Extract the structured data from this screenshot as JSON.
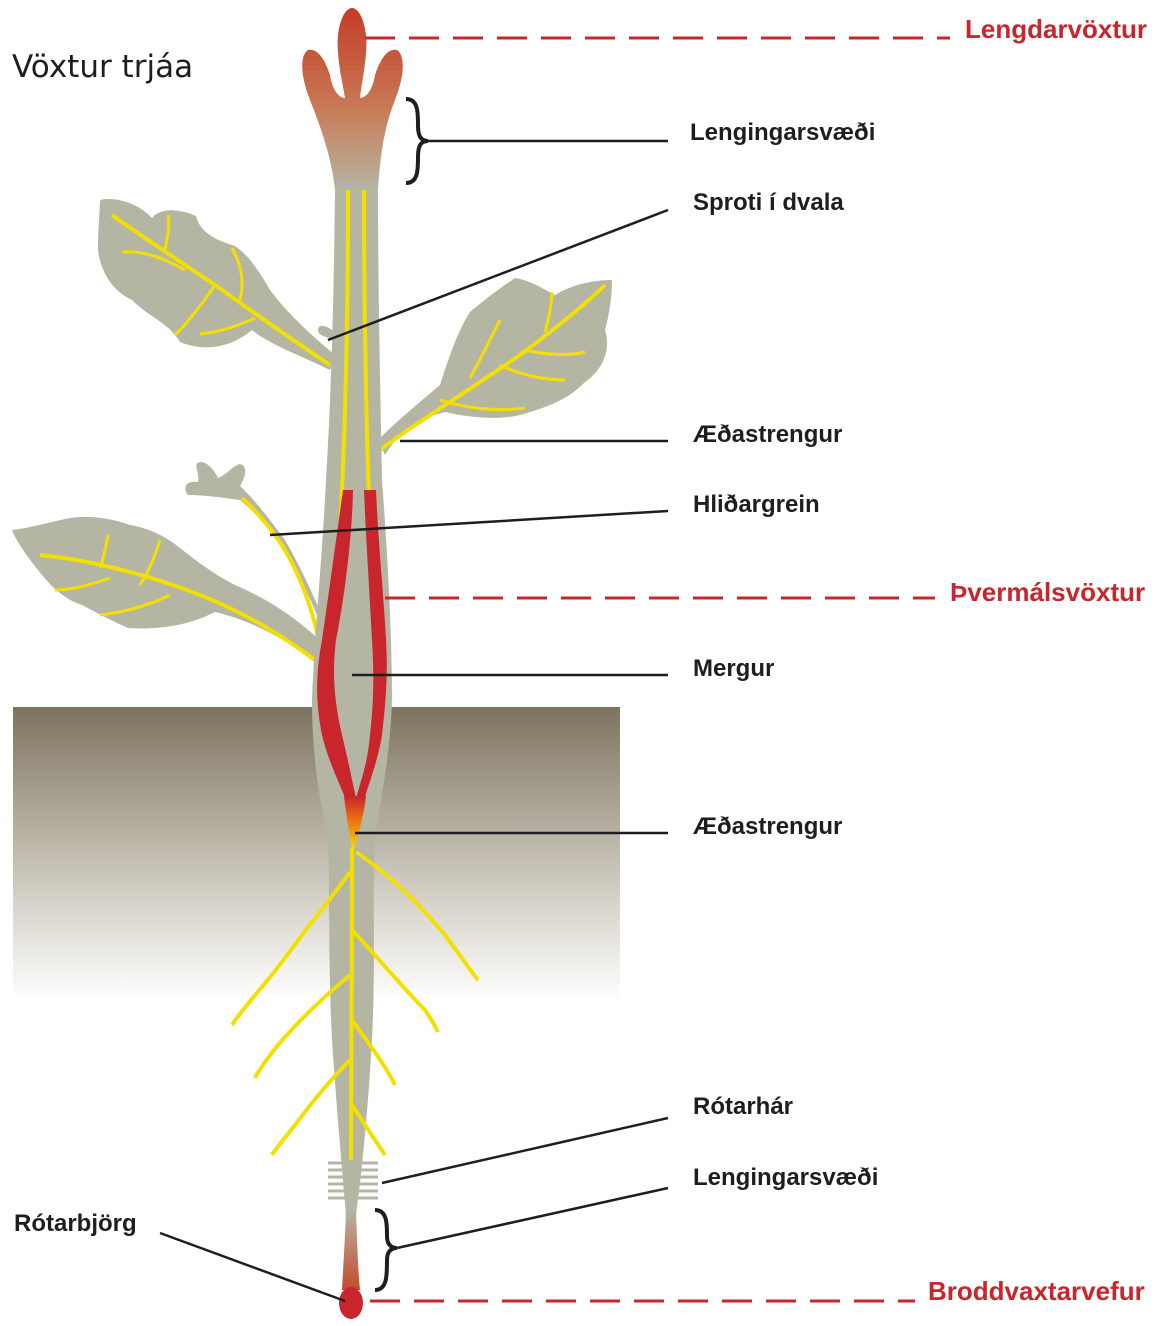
{
  "title": "Vöxtur trjáa",
  "labels": {
    "lengdarvoxtur": "Lengdarvöxtur",
    "lengingarsvaedi_top": "Lengingarsvæði",
    "sproti": "Sproti í dvala",
    "aedastrengur_top": "Æðastrengur",
    "hlidargrein": "Hliðargrein",
    "thvermalsvoxtur": "Þvermálsvöxtur",
    "mergur": "Mergur",
    "aedastrengur_bottom": "Æðastrengur",
    "rotarhar": "Rótarhár",
    "lengingarsvaedi_bottom": "Lengingarsvæði",
    "rotarbjorg": "Rótarbjörg",
    "broddvaxtarvefur": "Broddvaxtarvefur"
  },
  "colors": {
    "plant": "#b5b5a4",
    "vein": "#f3e000",
    "cambium": "#c8252c",
    "tip": "#c44a2a",
    "soil_top": "#7e735f",
    "label_red": "#c8252c",
    "leader_line": "#1e1e1e"
  }
}
